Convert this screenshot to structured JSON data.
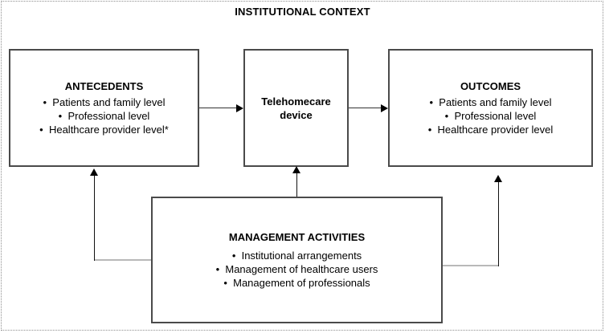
{
  "diagram": {
    "title": "INSTITUTIONAL CONTEXT",
    "boxes": {
      "antecedents": {
        "heading": "ANTECEDENTS",
        "items": [
          "Patients and family level",
          "Professional level",
          "Healthcare provider level*"
        ]
      },
      "device": {
        "heading": "Telehomecare device"
      },
      "outcomes": {
        "heading": "OUTCOMES",
        "items": [
          "Patients and family level",
          "Professional level",
          "Healthcare provider level"
        ]
      },
      "management": {
        "heading": "MANAGEMENT ACTIVITIES",
        "items": [
          "Institutional arrangements",
          "Management of healthcare users",
          "Management of professionals"
        ]
      }
    },
    "connections": [
      "antecedents -> device",
      "device -> outcomes",
      "management -> device",
      "management -> antecedents",
      "management -> outcomes"
    ],
    "colors": {
      "box_border": "#4a4a4a",
      "outer_dotted_border": "#8f8f8f",
      "connector_dark": "#111111",
      "connector_light": "#b9b9b9",
      "text": "#000000",
      "background": "#ffffff"
    }
  }
}
